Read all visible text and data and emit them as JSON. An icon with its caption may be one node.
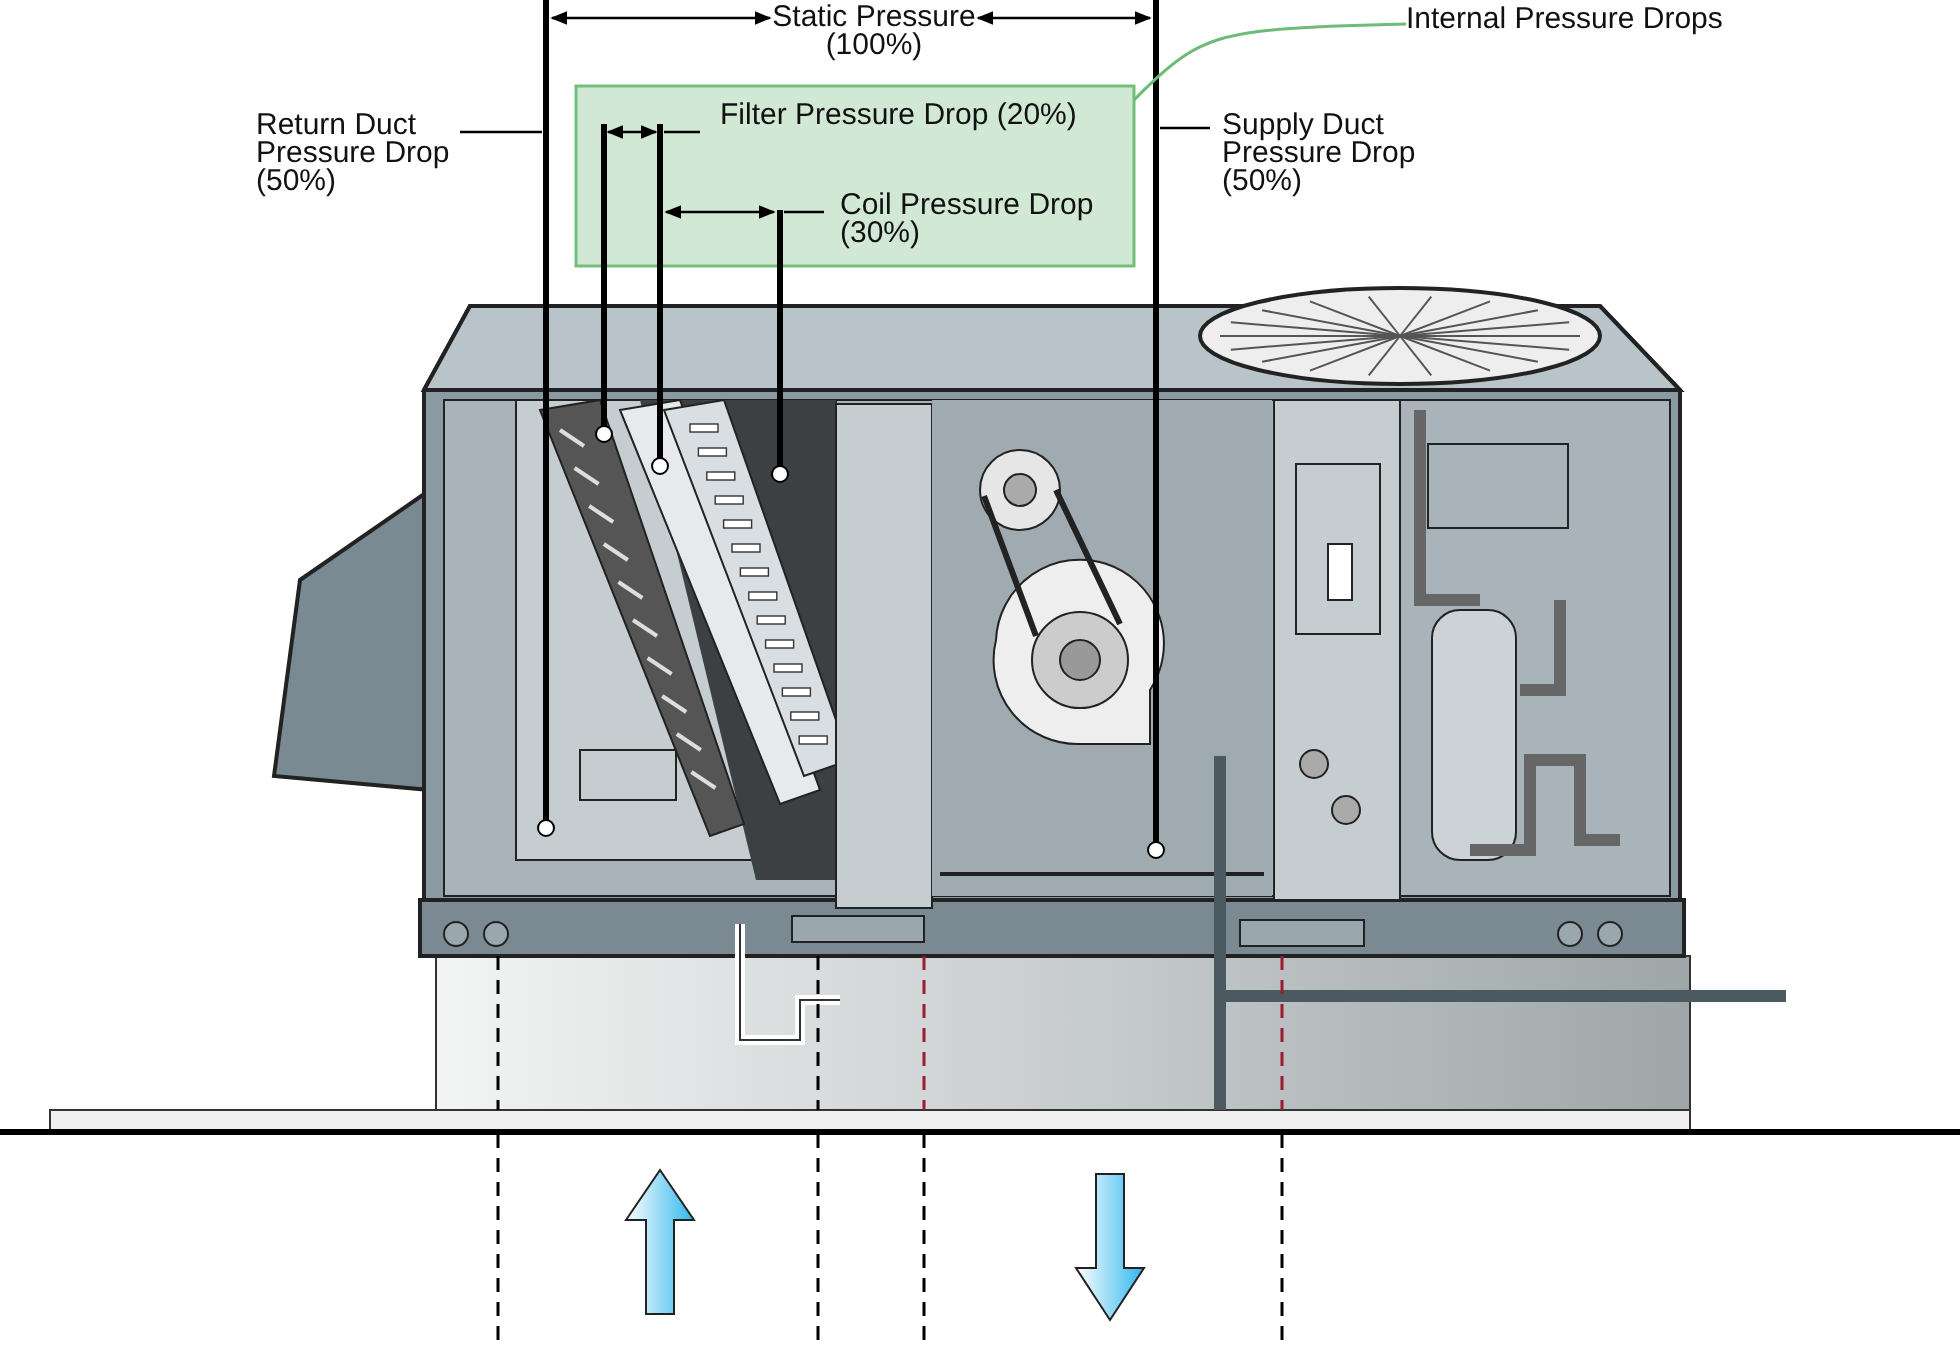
{
  "diagram": {
    "nodes": [
      {
        "text": [
          "Internal Pressure Drops"
        ]
      },
      {
        "text": [
          "Filter Pressure Drop (20%)",
          "Coil Pressure Drop (30%)"
        ]
      }
    ],
    "edges": [
      {
        "from": 0,
        "to": 1,
        "arrow": "none",
        "color": "#6dbb76"
      }
    ],
    "labels": [
      "Static Pressure (100%)",
      "Return Duct Pressure Drop (50%)",
      "Supply Duct Pressure Drop (50%)"
    ]
  }
}
